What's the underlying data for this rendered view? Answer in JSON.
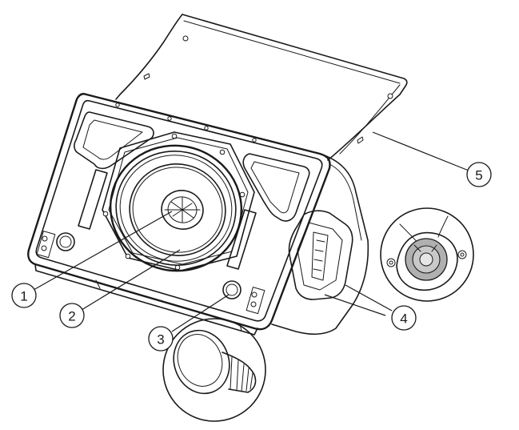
{
  "callouts": [
    {
      "id": "1",
      "label": "1"
    },
    {
      "id": "2",
      "label": "2"
    },
    {
      "id": "3",
      "label": "3"
    },
    {
      "id": "4",
      "label": "4"
    },
    {
      "id": "5",
      "label": "5"
    }
  ],
  "icons": [
    "speaker-cabinet-icon",
    "rain-cover-icon",
    "woofer-icon",
    "tripod-screw-icon",
    "speakon-connector-icon"
  ],
  "colors": {
    "line": "#1a1a1a",
    "background": "#ffffff",
    "connector_fill": "#b0b0b0"
  }
}
